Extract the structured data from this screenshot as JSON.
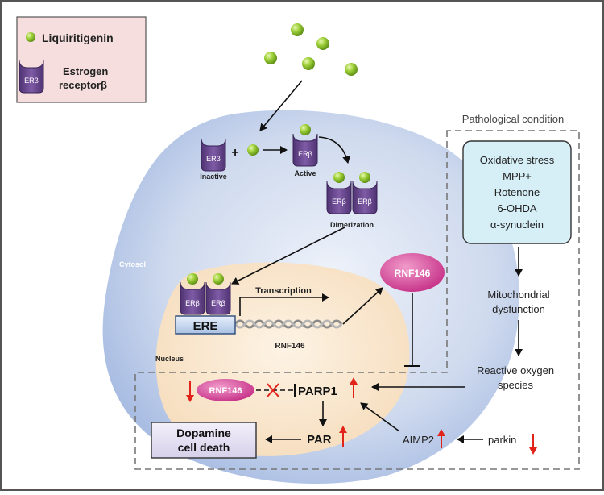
{
  "legend": {
    "ligand_label": "Liquiritigenin",
    "receptor_label_line1": "Estrogen",
    "receptor_label_line2": "receptorβ"
  },
  "receptor_tag": "ERβ",
  "states": {
    "inactive": "Inactive",
    "active": "Active",
    "dimerization": "Dimerization",
    "plus": "+"
  },
  "compartments": {
    "cytosol": "Cytosol",
    "nucleus": "Nucleus"
  },
  "pathological": {
    "title": "Pathological condition",
    "stressors": [
      "Oxidative stress",
      "MPP+",
      "Rotenone",
      "6-OHDA",
      "α-synuclein"
    ],
    "mito_line1": "Mitochondrial",
    "mito_line2": "dysfunction",
    "ros_line1": "Reactive oxygen",
    "ros_line2": "species",
    "parkin": "parkin",
    "aimp2": "AIMP2"
  },
  "nuclear": {
    "ere": "ERE",
    "transcription": "Transcription",
    "gene": "RNF146",
    "rnf146": "RNF146",
    "parp1": "PARP1",
    "par": "PAR",
    "death_line1": "Dopamine",
    "death_line2": "cell death"
  },
  "colors": {
    "ligand": "#8cc63f",
    "receptor": "#6a4a8c",
    "rnf146": "#d6459a",
    "up_arrow": "#e2231a",
    "legend_bg": "#f6dede",
    "stress_box_bg": "#d6eef6",
    "nucleus_bg": "#fbe8cf",
    "cytosol_bg": "#b9c9e6"
  }
}
